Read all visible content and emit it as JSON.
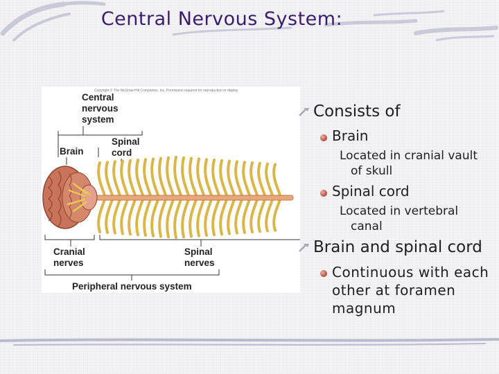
{
  "slide": {
    "title": "Central Nervous System:",
    "colors": {
      "title": "#3b1c6b",
      "text": "#1e1e1e",
      "bullet": "#b04a3a",
      "nerve": "#d9b64a",
      "brain": "#c9735a"
    }
  },
  "figure": {
    "copyright": "Copyright © The McGraw-Hill Companies, Inc. Permission required for reproduction or display.",
    "labels": {
      "cns_line1": "Central",
      "cns_line2": "nervous",
      "cns_line3": "system",
      "brain": "Brain",
      "spinal_cord_line1": "Spinal",
      "spinal_cord_line2": "cord",
      "cranial_line1": "Cranial",
      "cranial_line2": "nerves",
      "spinal_nerves_line1": "Spinal",
      "spinal_nerves_line2": "nerves",
      "pns": "Peripheral nervous system"
    }
  },
  "content": {
    "item1": {
      "label": "Consists of",
      "sub1": {
        "label": "Brain",
        "detail_line1": "Located in cranial vault",
        "detail_line2": "of skull"
      },
      "sub2": {
        "label": "Spinal cord",
        "detail_line1": "Located in vertebral",
        "detail_line2": "canal"
      }
    },
    "item2": {
      "label": "Brain and spinal cord",
      "sub1": {
        "line1": "Continuous with each",
        "line2": "other at foramen",
        "line3": "magnum"
      }
    }
  }
}
